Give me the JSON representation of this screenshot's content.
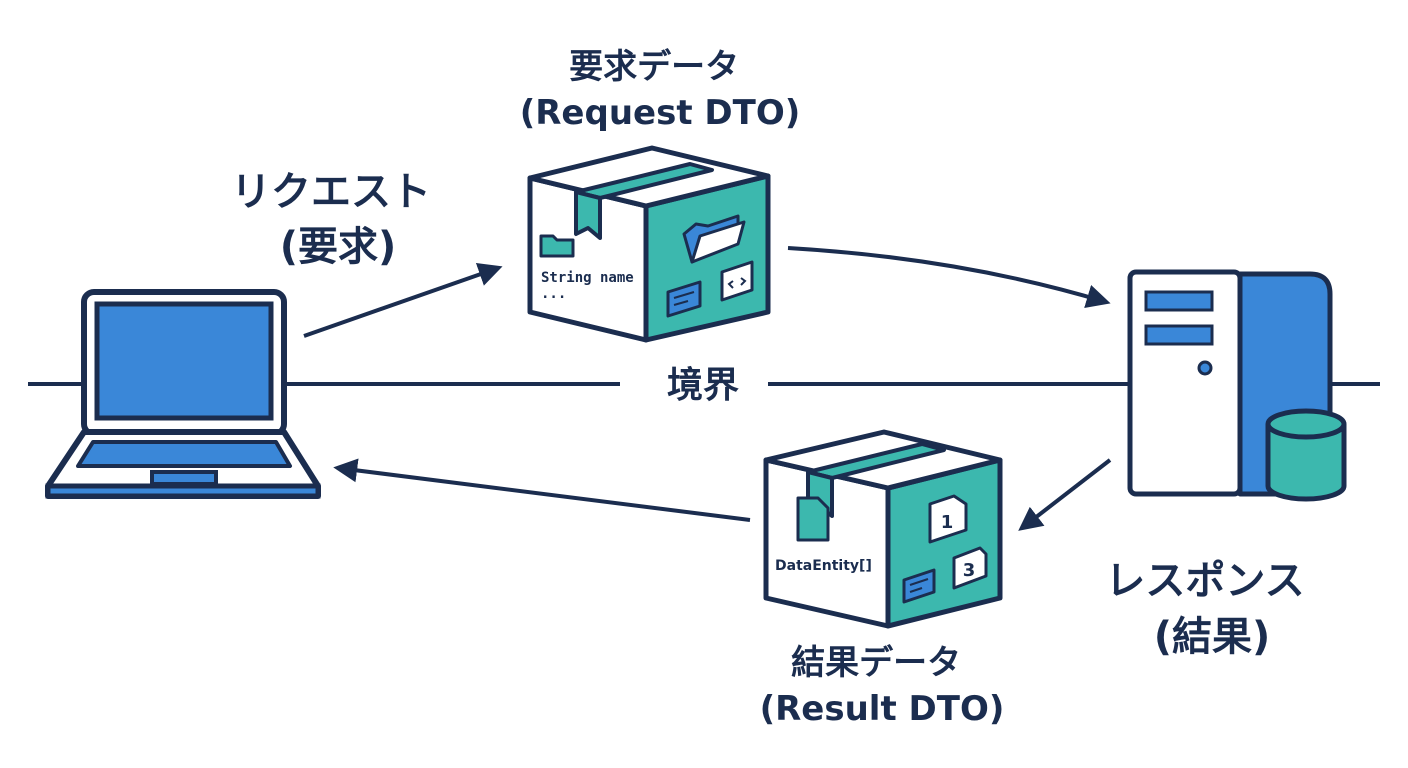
{
  "boundary": {
    "label": "境界"
  },
  "request": {
    "line1": "リクエスト",
    "line2": "(要求)"
  },
  "request_dto": {
    "line1": "要求データ",
    "line2": "(Request DTO)",
    "field_text": "String name",
    "ellipsis": "..."
  },
  "response": {
    "line1": "レスポンス",
    "line2": "(結果)"
  },
  "result_dto": {
    "line1": "結果データ",
    "line2": "(Result DTO)",
    "field_text": "DataEntity[]",
    "doc1_number": "1",
    "doc2_number": "3"
  },
  "colors": {
    "navy": "#1b2d4f",
    "blue": "#3a87d8",
    "teal": "#3cb8ae",
    "white": "#ffffff"
  }
}
